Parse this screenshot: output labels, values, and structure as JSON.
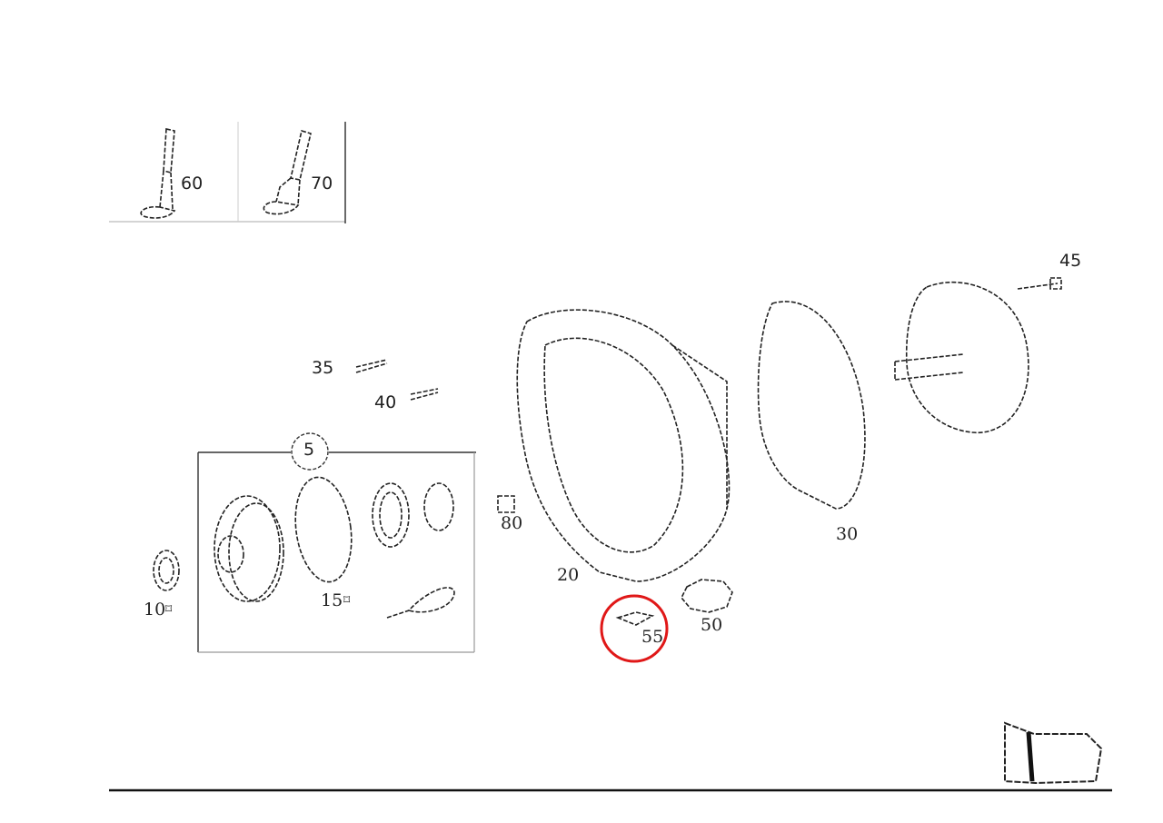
{
  "diagram": {
    "type": "exploded-parts-diagram",
    "inset_labels": [
      "60",
      "70"
    ],
    "group": {
      "label": "5",
      "parts": [
        "10",
        "15"
      ]
    },
    "part_labels": {
      "p10": "10",
      "p15": "15",
      "p20": "20",
      "p30": "30",
      "p35": "35",
      "p40": "40",
      "p45": "45",
      "p50": "50",
      "p55": "55",
      "p60": "60",
      "p70": "70",
      "p80": "80",
      "p5": "5"
    },
    "marker_10": "⌑",
    "marker_15": "⌑",
    "highlighted_part": "55",
    "highlight_color": "#e01818"
  }
}
